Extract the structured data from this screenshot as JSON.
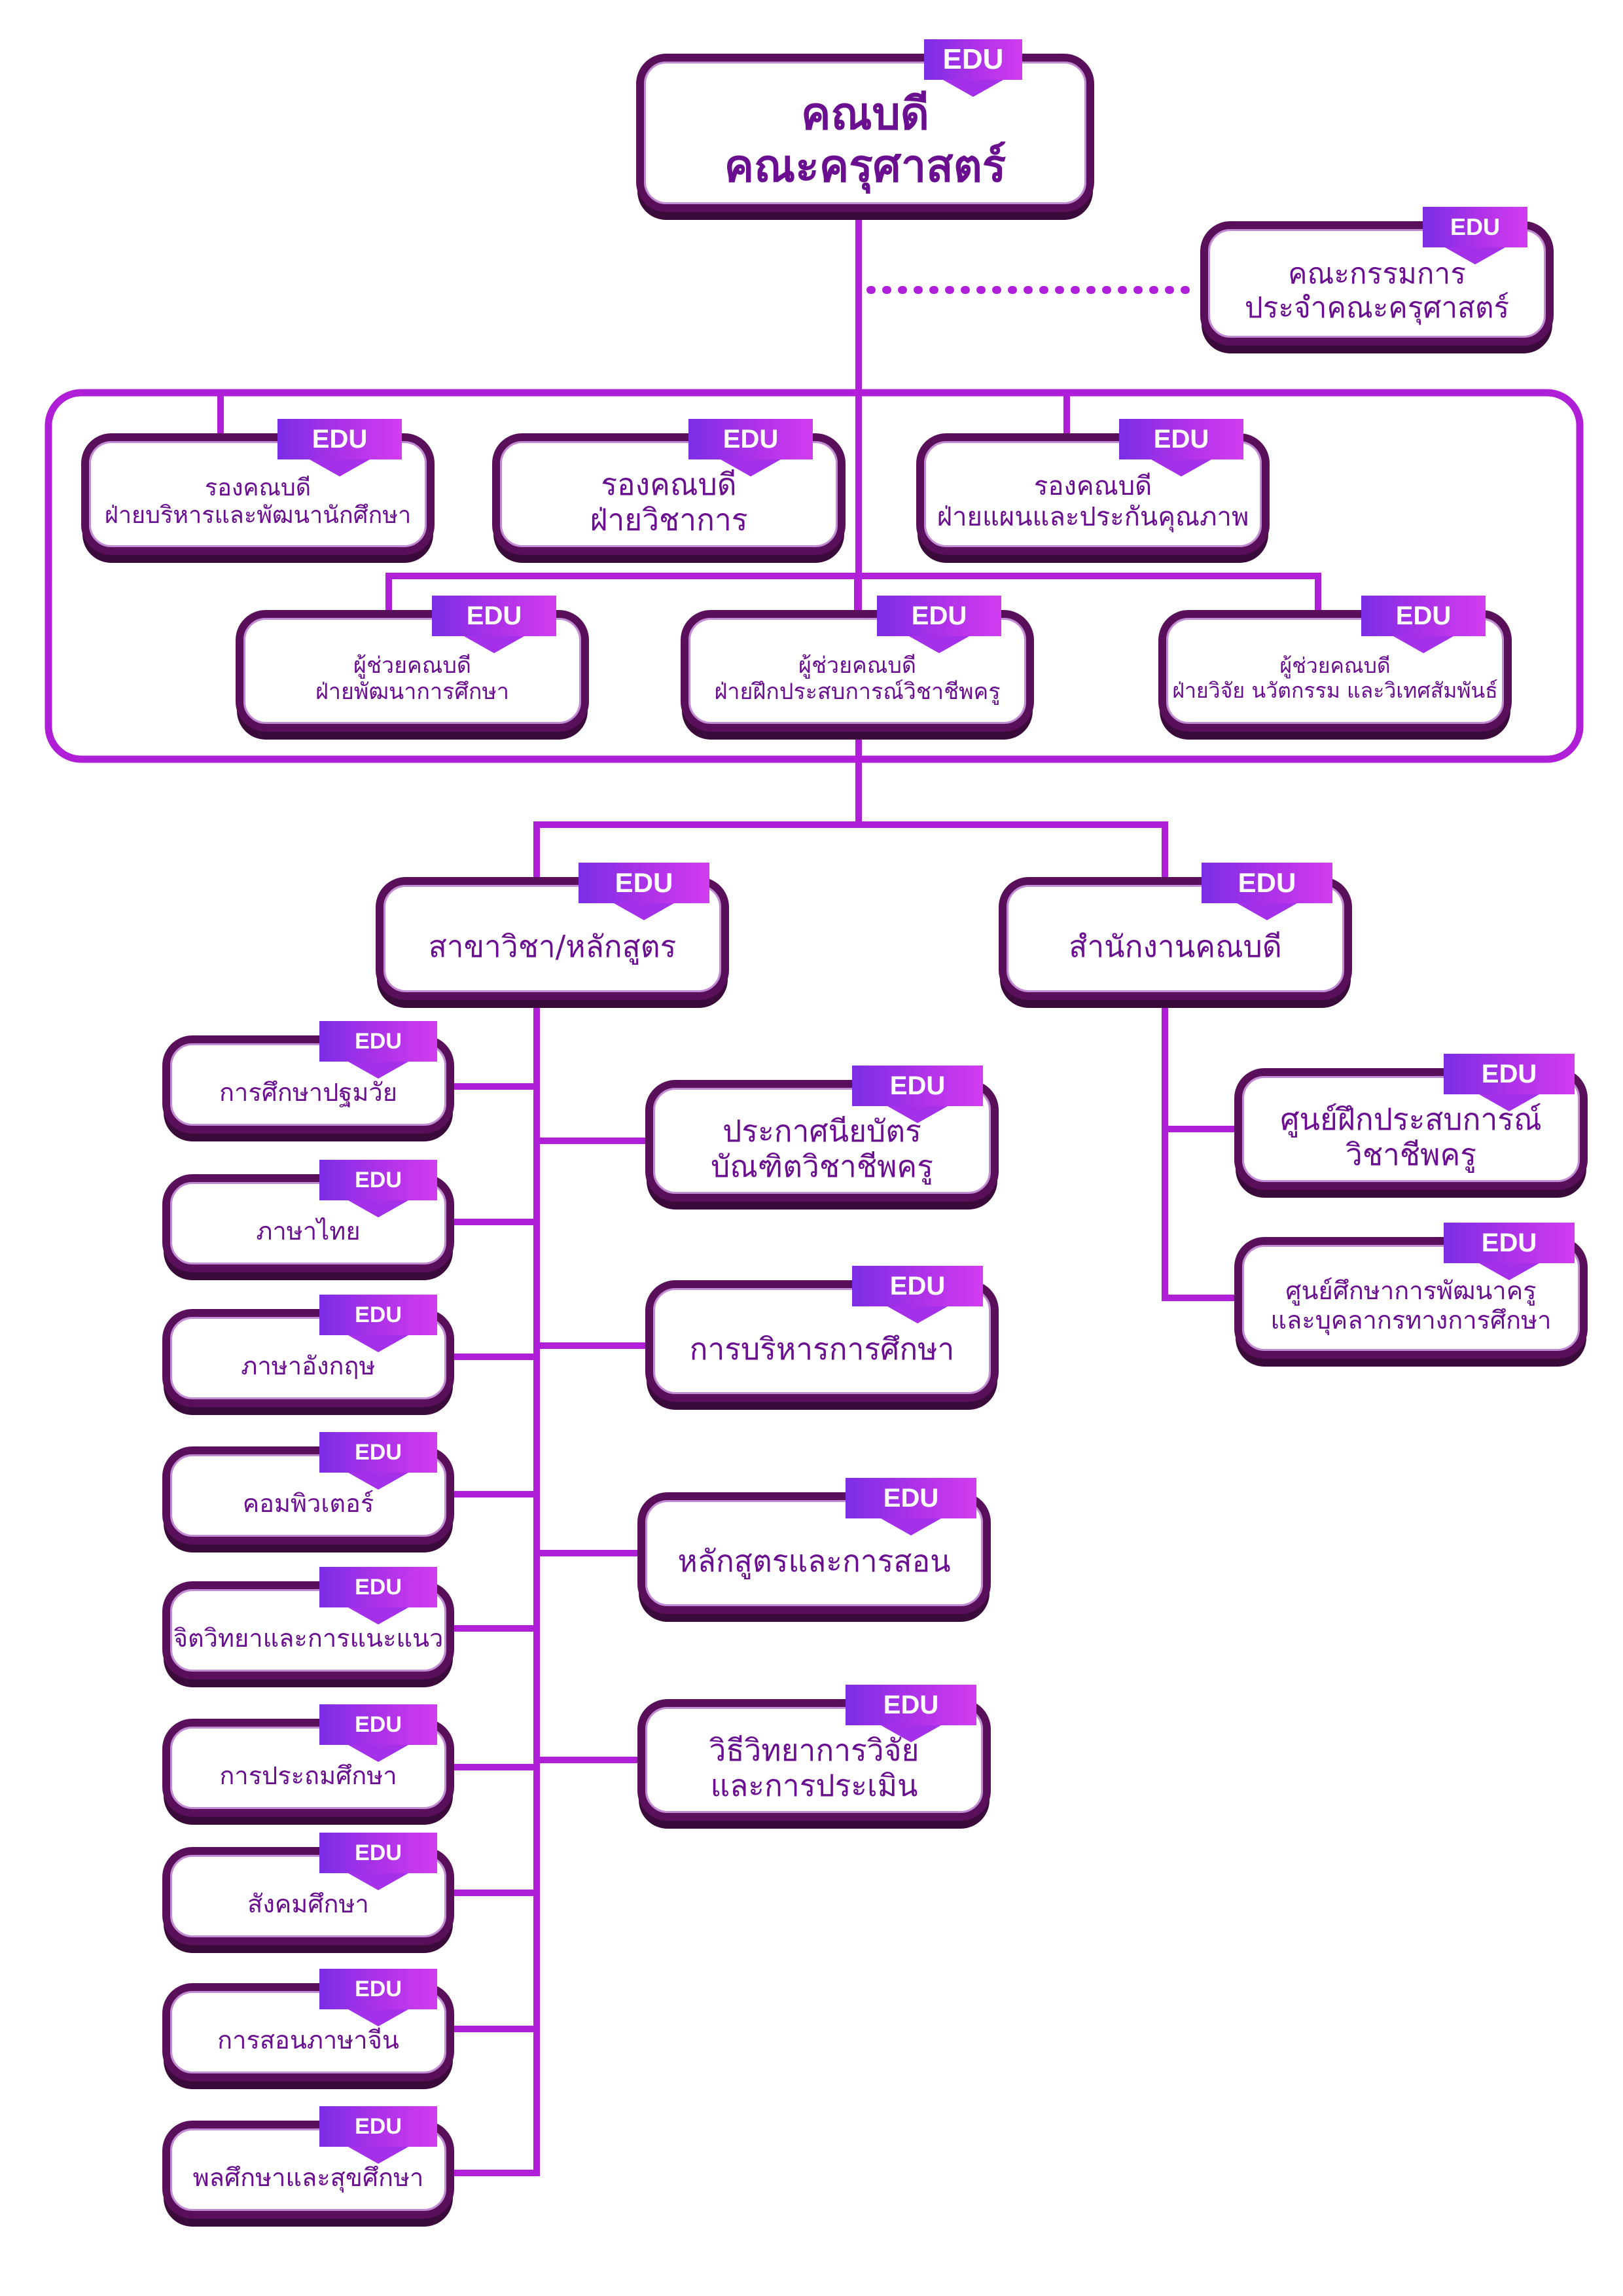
{
  "badge": "EDU",
  "colors": {
    "line": "#b01fd8",
    "frame": "#b01fd8",
    "box_border": "#5a0f5a",
    "text": "#6a0f8f",
    "tag_from": "#7b2ee6",
    "tag_to": "#d23cf0"
  },
  "nodes": {
    "dean": [
      "คณบดี",
      "คณะครุศาสตร์"
    ],
    "committee": [
      "คณะกรรมการ",
      "ประจำคณะครุศาสตร์"
    ],
    "vd_admin": [
      "รองคณบดี",
      "ฝ่ายบริหารและพัฒนานักศึกษา"
    ],
    "vd_academic": [
      "รองคณบดี",
      "ฝ่ายวิชาการ"
    ],
    "vd_plan": [
      "รองคณบดี",
      "ฝ่ายแผนและประกันคุณภาพ"
    ],
    "ad_edudev": [
      "ผู้ช่วยคณบดี",
      "ฝ่ายพัฒนาการศึกษา"
    ],
    "ad_practicum": [
      "ผู้ช่วยคณบดี",
      "ฝ่ายฝึกประสบการณ์วิชาชีพครู"
    ],
    "ad_research": [
      "ผู้ช่วยคณบดี",
      "ฝ่ายวิจัย นวัตกรรม และวิเทศสัมพันธ์"
    ],
    "programs": [
      "สาขาวิชา/หลักสูตร"
    ],
    "office": [
      "สำนักงานคณบดี"
    ],
    "p_early": [
      "การศึกษาปฐมวัย"
    ],
    "p_thai": [
      "ภาษาไทย"
    ],
    "p_english": [
      "ภาษาอังกฤษ"
    ],
    "p_computer": [
      "คอมพิวเตอร์"
    ],
    "p_psych": [
      "จิตวิทยาและการแนะแนว"
    ],
    "p_primary": [
      "การประถมศึกษา"
    ],
    "p_social": [
      "สังคมศึกษา"
    ],
    "p_chinese": [
      "การสอนภาษาจีน"
    ],
    "p_pe": [
      "พลศึกษาและสุขศึกษา"
    ],
    "p_cert": [
      "ประกาศนียบัตร",
      "บัณฑิตวิชาชีพครู"
    ],
    "p_edadmin": [
      "การบริหารการศึกษา"
    ],
    "p_curriculum": [
      "หลักสูตรและการสอน"
    ],
    "p_research": [
      "วิธีวิทยาการวิจัย",
      "และการประเมิน"
    ],
    "o_practicum": [
      "ศูนย์ฝึกประสบการณ์",
      "วิชาชีพครู"
    ],
    "o_teacherdev": [
      "ศูนย์ศึกษาการพัฒนาครู",
      "และบุคลากรทางการศึกษา"
    ]
  }
}
